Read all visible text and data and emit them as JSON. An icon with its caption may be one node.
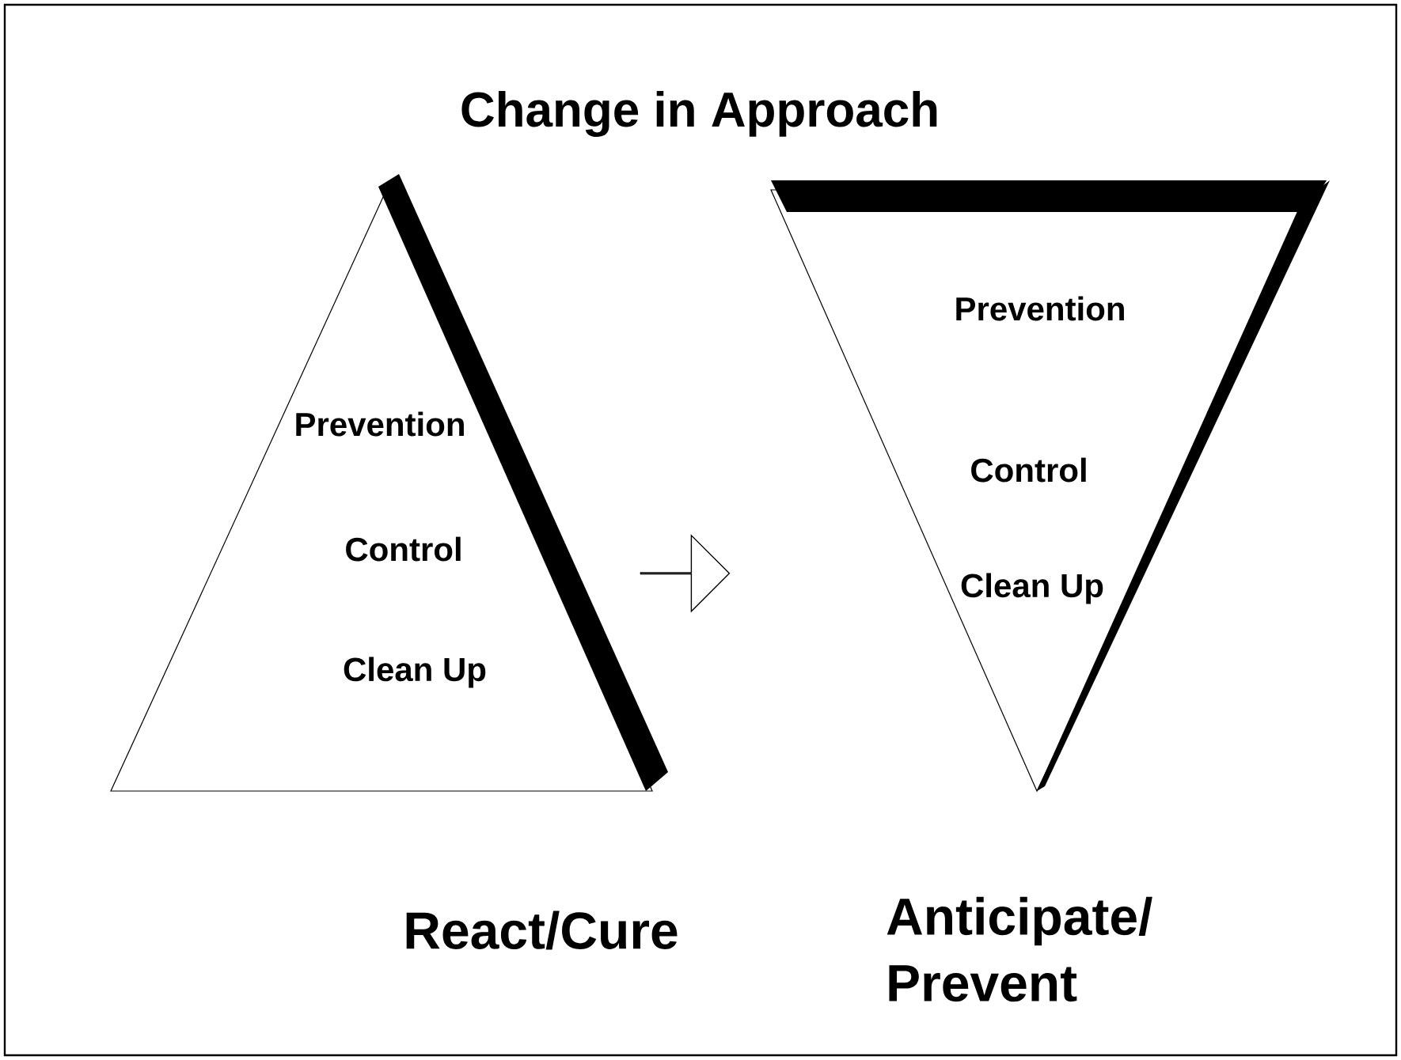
{
  "diagram": {
    "title": "Change in Approach",
    "nodes": [
      {
        "text": [
          "Prevention",
          "Control",
          "Clean Up"
        ],
        "beside": [
          "React/Cure"
        ]
      },
      {
        "text": [
          "Prevention",
          "Control",
          "Clean Up"
        ],
        "beside": [
          "Anticipate/ Prevent"
        ]
      }
    ],
    "edges": [
      {
        "from": 0,
        "to": 1,
        "arrow": "to"
      }
    ]
  }
}
